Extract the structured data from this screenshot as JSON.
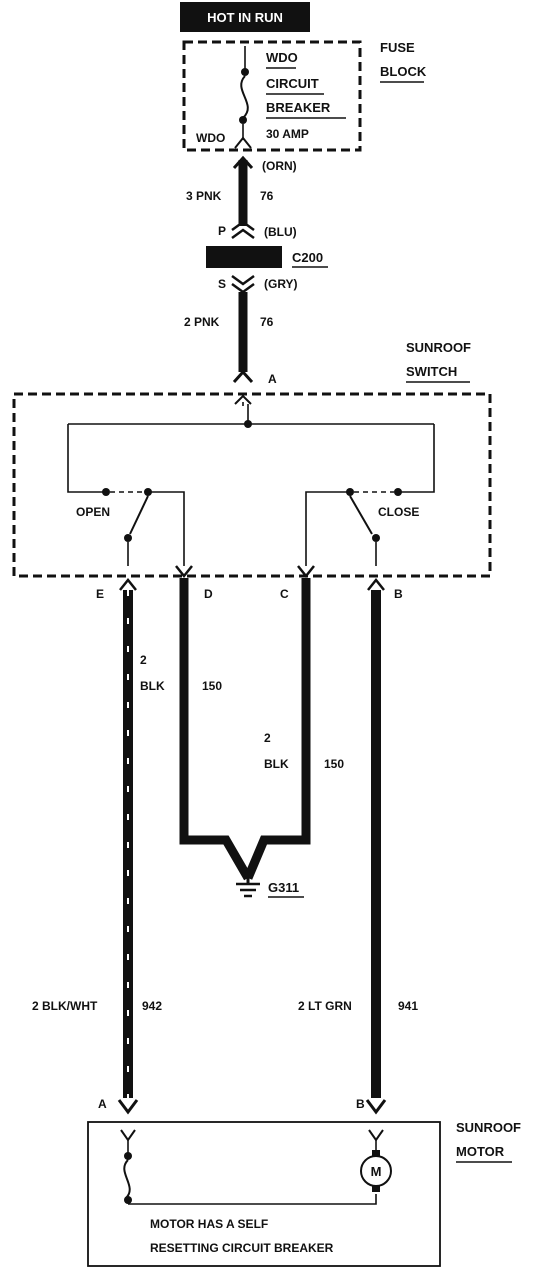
{
  "header": {
    "hot_label": "HOT IN RUN"
  },
  "fuse_block": {
    "label_line1": "FUSE",
    "label_line2": "BLOCK",
    "breaker_line1": "WDO",
    "breaker_line2": "CIRCUIT",
    "breaker_line3": "BREAKER",
    "amp": "30 AMP",
    "terminal": "WDO"
  },
  "wire_top": {
    "color_orn": "(ORN)",
    "gauge": "3 PNK",
    "circuit": "76"
  },
  "connector": {
    "name": "C200",
    "p_label": "P",
    "p_color": "(BLU)",
    "s_label": "S",
    "s_color": "(GRY)"
  },
  "wire_mid": {
    "gauge": "2 PNK",
    "circuit": "76",
    "terminal_a": "A"
  },
  "sunroof_switch": {
    "label_line1": "SUNROOF",
    "label_line2": "SWITCH",
    "open_label": "OPEN",
    "close_label": "CLOSE",
    "terminal_e": "E",
    "terminal_d": "D",
    "terminal_c": "C",
    "terminal_b": "B"
  },
  "ground_wires": {
    "left_gauge": "2",
    "left_color": "BLK",
    "left_circuit": "150",
    "right_gauge": "2",
    "right_color": "BLK",
    "right_circuit": "150",
    "ground_name": "G311"
  },
  "motor_wires": {
    "left": "2 BLK/WHT",
    "left_circuit": "942",
    "right": "2 LT GRN",
    "right_circuit": "941",
    "terminal_a": "A",
    "terminal_b": "B"
  },
  "sunroof_motor": {
    "label_line1": "SUNROOF",
    "label_line2": "MOTOR",
    "motor_symbol": "M",
    "note_line1": "MOTOR HAS A SELF",
    "note_line2": "RESETTING CIRCUIT BREAKER"
  }
}
